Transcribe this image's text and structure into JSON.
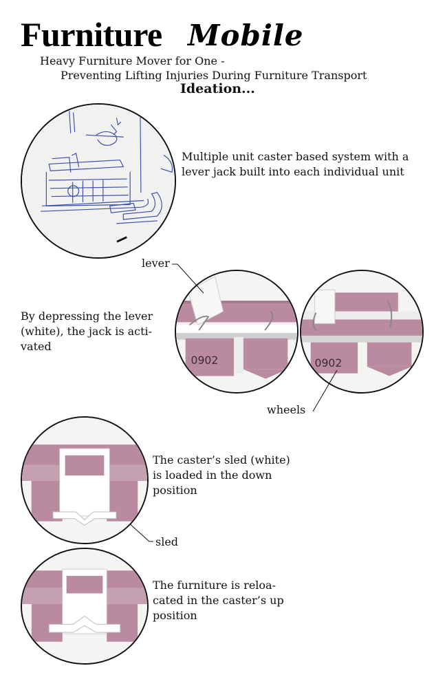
{
  "header": {
    "title_main": "Furniture",
    "title_script": "Mobile",
    "subtitle_line1": "Heavy Furniture Mover for One -",
    "subtitle_line2": "Preventing Lifting Injuries During Furniture Transport",
    "section": "Ideation..."
  },
  "ideas": [
    {
      "text": "Multiple unit caster based system with a lever jack built into each individual unit"
    },
    {
      "text": "By depressing the lever (white), the jack is acti-vated"
    },
    {
      "text": "The caster’s sled (white) is loaded in the down position"
    },
    {
      "text": "The furniture is reloa-cated in the caster’s up position"
    }
  ],
  "callouts": {
    "lever": "lever",
    "wheels": "wheels",
    "sled": "sled"
  },
  "model_label": "0902",
  "colors": {
    "foam_pink": "#b98aa0",
    "foam_shadow": "#8f6379",
    "paper_white": "#f4f4f2",
    "sketch_blue": "#3a4fb0"
  }
}
